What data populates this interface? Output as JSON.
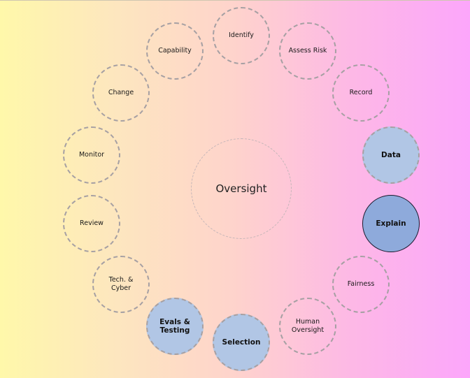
{
  "diagram": {
    "center": {
      "label": "Oversight"
    },
    "nodes": [
      {
        "label": "Identify",
        "state": "default"
      },
      {
        "label": "Assess Risk",
        "state": "default"
      },
      {
        "label": "Record",
        "state": "default"
      },
      {
        "label": "Data",
        "state": "highlighted"
      },
      {
        "label": "Explain",
        "state": "active"
      },
      {
        "label": "Fairness",
        "state": "default"
      },
      {
        "label": "Human\nOversight",
        "state": "default"
      },
      {
        "label": "Selection",
        "state": "highlighted"
      },
      {
        "label": "Evals &\nTesting",
        "state": "highlighted"
      },
      {
        "label": "Tech. &\nCyber",
        "state": "default"
      },
      {
        "label": "Review",
        "state": "default"
      },
      {
        "label": "Monitor",
        "state": "default"
      },
      {
        "label": "Change",
        "state": "default"
      },
      {
        "label": "Capability",
        "state": "default"
      }
    ],
    "colors": {
      "highlighted_fill": "#b1c6e5",
      "active_fill": "#8eaadb",
      "dashed_border": "#a6a0a3",
      "gradient_left": "#fff8aa",
      "gradient_right": "#fca6fb"
    }
  }
}
